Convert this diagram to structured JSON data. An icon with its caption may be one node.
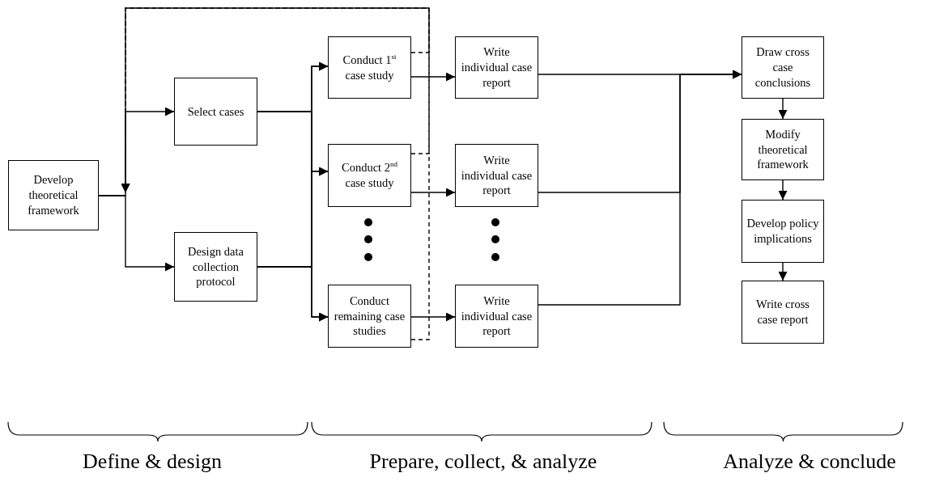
{
  "diagram": {
    "nodes": [
      {
        "text": [
          "Develop theoretical framework"
        ]
      },
      {
        "text": [
          "Select cases"
        ]
      },
      {
        "text": [
          "Design data collection protocol"
        ]
      },
      {
        "text": [
          "Conduct 1$^{st}$ case study"
        ]
      },
      {
        "text": [
          "Write individual case report"
        ]
      },
      {
        "text": [
          "Conduct 2$^{nd}$ case study"
        ]
      },
      {
        "text": [
          "Write individual case report"
        ]
      },
      {
        "text": [
          "Conduct remaining case studies"
        ]
      },
      {
        "text": [
          "Write individual case report"
        ]
      },
      {
        "text": [
          "Draw cross case conclusions"
        ]
      },
      {
        "text": [
          "Modify theoretical framework"
        ]
      },
      {
        "text": [
          "Develop policy implications"
        ]
      },
      {
        "text": [
          "Write cross case report"
        ]
      }
    ],
    "edges": [
      {
        "from": 0,
        "to": 1,
        "arrow": "to"
      },
      {
        "from": 0,
        "to": 2,
        "arrow": "to"
      },
      {
        "from": 1,
        "to": 3,
        "arrow": "to"
      },
      {
        "from": 1,
        "to": 5,
        "arrow": "to"
      },
      {
        "from": 1,
        "to": 7,
        "arrow": "to"
      },
      {
        "from": 2,
        "to": 3,
        "arrow": "to"
      },
      {
        "from": 2,
        "to": 5,
        "arrow": "to"
      },
      {
        "from": 2,
        "to": 7,
        "arrow": "to"
      },
      {
        "from": 3,
        "to": 4,
        "arrow": "to"
      },
      {
        "from": 5,
        "to": 6,
        "arrow": "to"
      },
      {
        "from": 7,
        "to": 8,
        "arrow": "to"
      },
      {
        "from": 4,
        "to": 9,
        "arrow": "to"
      },
      {
        "from": 6,
        "to": 9,
        "arrow": "to"
      },
      {
        "from": 8,
        "to": 9,
        "arrow": "to"
      },
      {
        "from": 9,
        "to": 10,
        "arrow": "to"
      },
      {
        "from": 10,
        "to": 11,
        "arrow": "to"
      },
      {
        "from": 11,
        "to": 12,
        "arrow": "to"
      },
      {
        "from": 3,
        "to": null,
        "arrow": "to",
        "style": "dashed"
      },
      {
        "from": 5,
        "to": null,
        "arrow": "to",
        "style": "dashed"
      },
      {
        "from": 7,
        "to": null,
        "arrow": "to",
        "style": "dashed"
      }
    ],
    "labels": [
      "Define & design",
      "Prepare, collect, & analyze",
      "Analyze & conclude"
    ]
  }
}
